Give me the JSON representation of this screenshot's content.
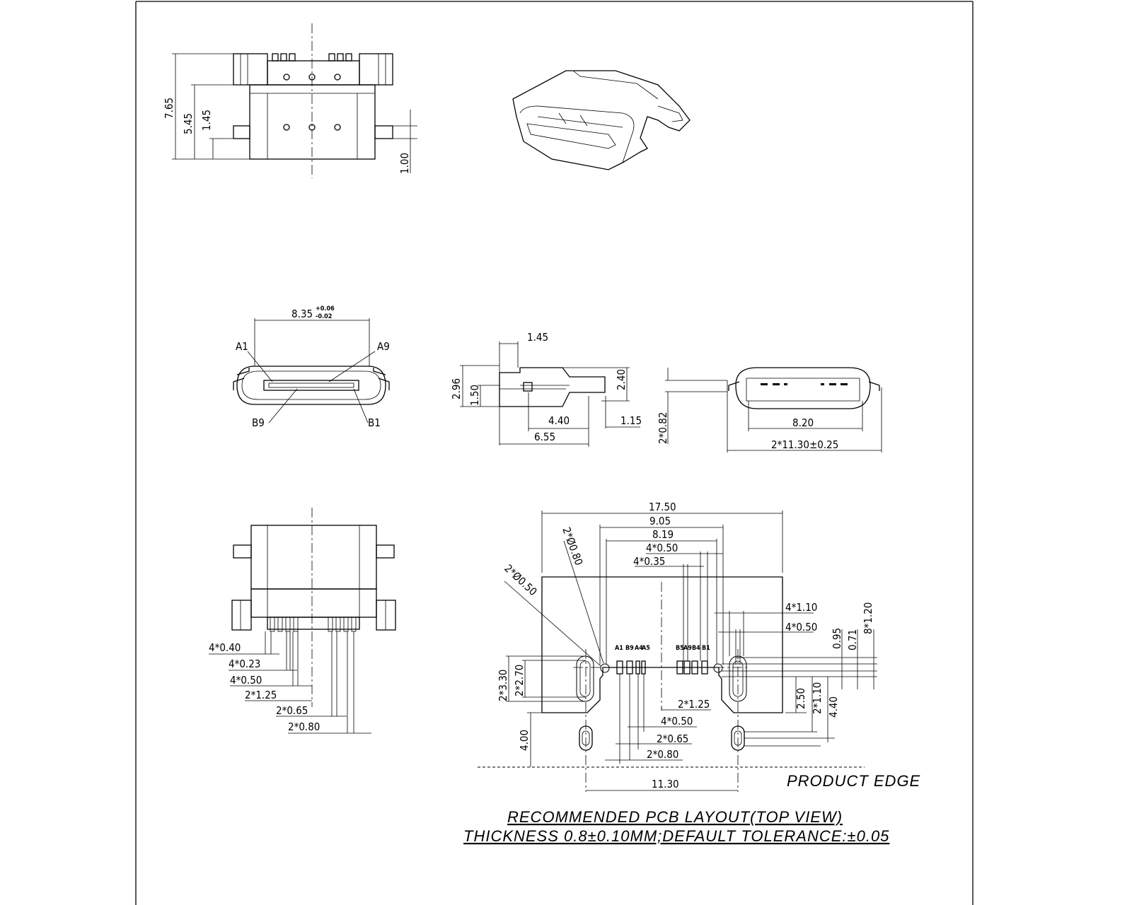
{
  "top_view": {
    "dims": [
      "7.65",
      "5.45",
      "1.45",
      "1.00"
    ]
  },
  "front_view": {
    "width": "8.35",
    "tol_plus": "+0.06",
    "tol_minus": "-0.02",
    "labels": [
      "A1",
      "A9",
      "B9",
      "B1"
    ]
  },
  "side_view": {
    "dims": [
      "1.45",
      "2.96",
      "1.50",
      "2.40",
      "4.40",
      "1.15",
      "6.55"
    ]
  },
  "rear_view": {
    "dims": [
      "2*0.82",
      "8.20",
      "2*11.30±0.25"
    ]
  },
  "bottom_view": {
    "dims": [
      "4*0.40",
      "4*0.23",
      "4*0.50",
      "2*1.25",
      "2*0.65",
      "2*0.80"
    ]
  },
  "pcb": {
    "dims_top": [
      "17.50",
      "9.05",
      "8.19",
      "4*0.50",
      "4*0.35"
    ],
    "holes": [
      "2*Ø0.80",
      "2*Ø0.50"
    ],
    "dims_right": [
      "4*1.10",
      "4*0.50",
      "0.95",
      "0.71",
      "8*1.20",
      "2.50",
      "2*1.10",
      "4.40"
    ],
    "dims_left": [
      "2*3.30",
      "2*2.70",
      "4.00"
    ],
    "dims_bottom": [
      "2*1.25",
      "4*0.50",
      "2*0.65",
      "2*0.80",
      "11.30"
    ],
    "pin_labels": [
      "A1",
      "B9",
      "A4",
      "A5",
      "B5",
      "A9",
      "B4",
      "B1"
    ],
    "product_edge": "PRODUCT  EDGE"
  },
  "title": "RECOMMENDED  PCB  LAYOUT(TOP  VIEW)",
  "subtitle": "THICKNESS  0.8±0.10MM;DEFAULT  TOLERANCE:±0.05"
}
